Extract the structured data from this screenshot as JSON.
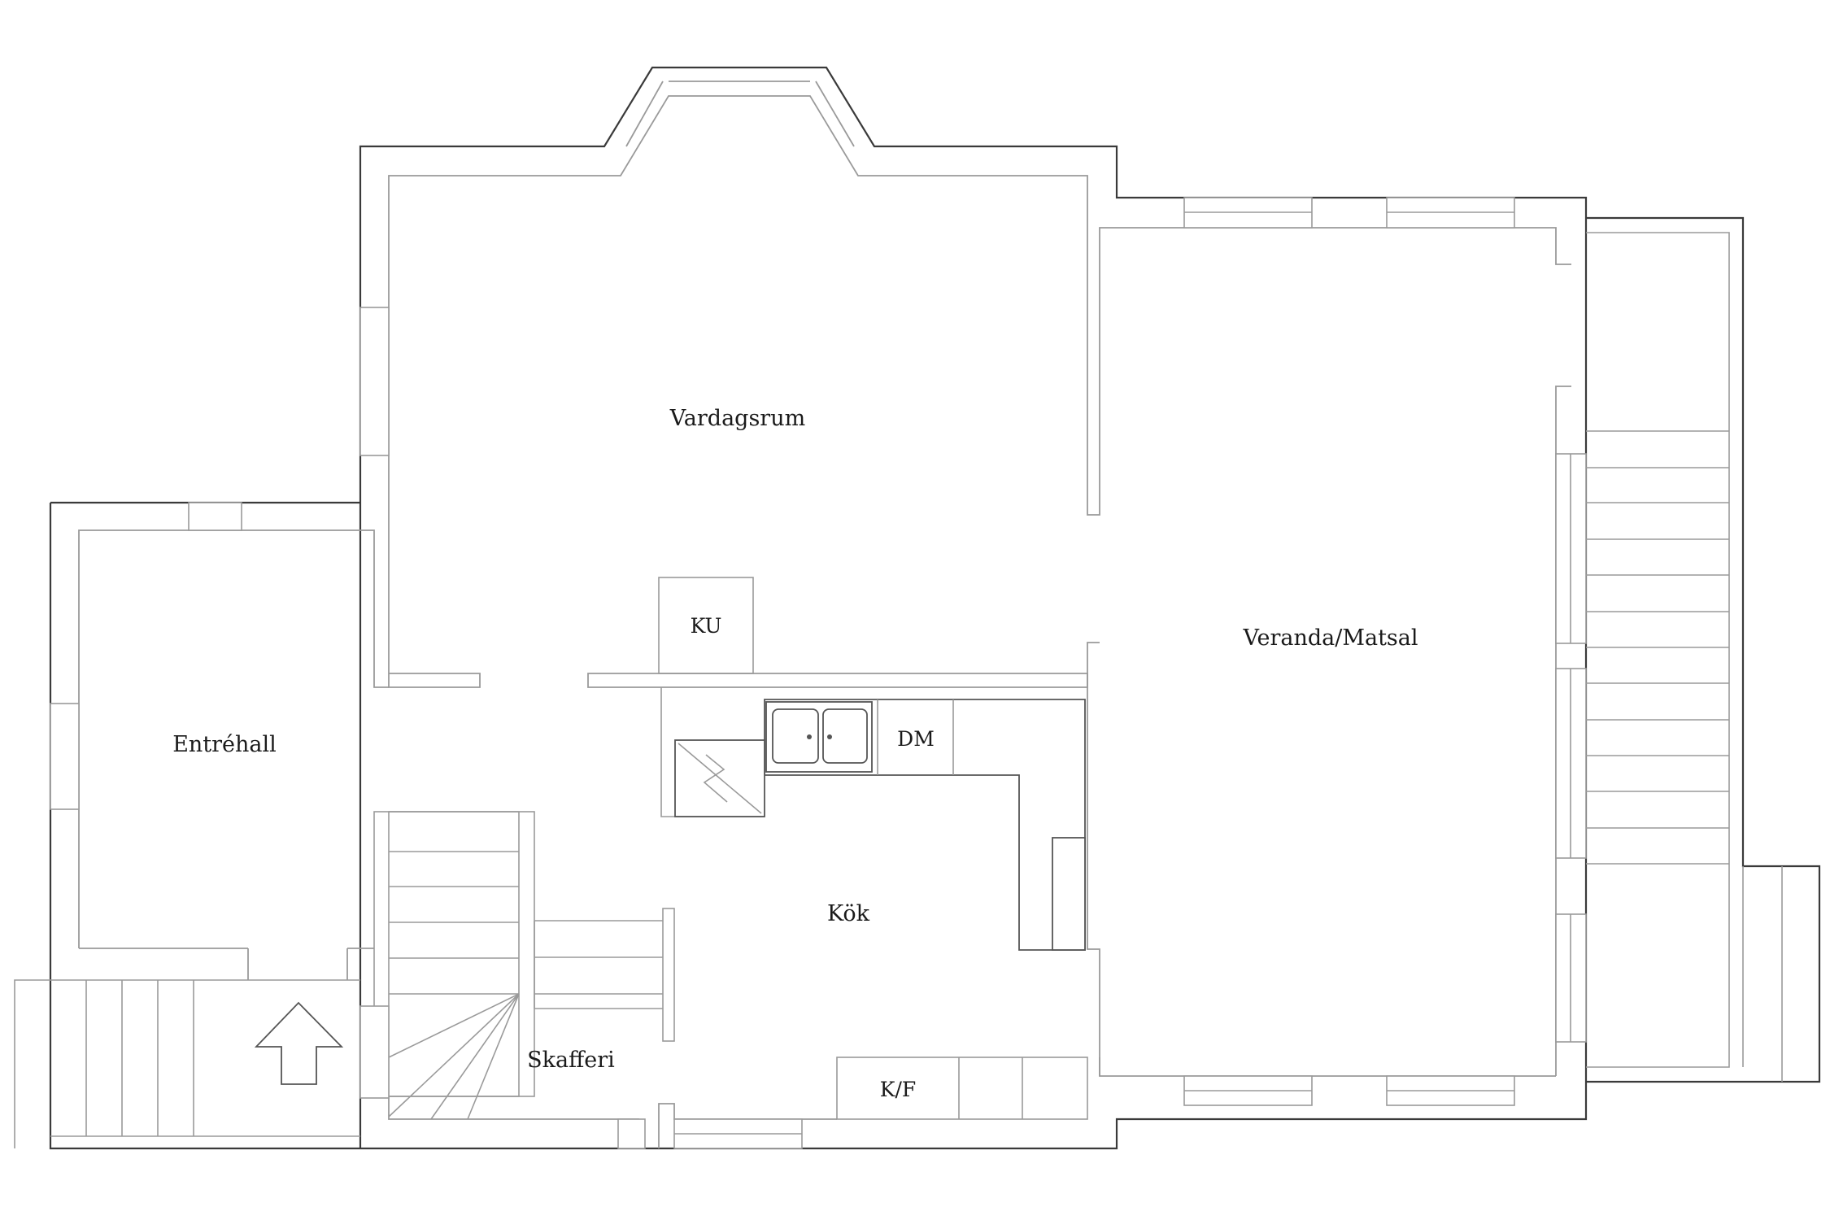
{
  "rooms": {
    "vardagsrum": "Vardagsrum",
    "veranda": "Veranda/Matsal",
    "entrehall": "Entréhall",
    "kok": "Kök",
    "skafferi": "Skafferi"
  },
  "fixtures": {
    "ku": "KU",
    "dm": "DM",
    "kf": "K/F"
  },
  "icons": {
    "entrance": "entrance-arrow-icon",
    "sink": "double-sink-icon",
    "stove": "chimney-icon"
  }
}
